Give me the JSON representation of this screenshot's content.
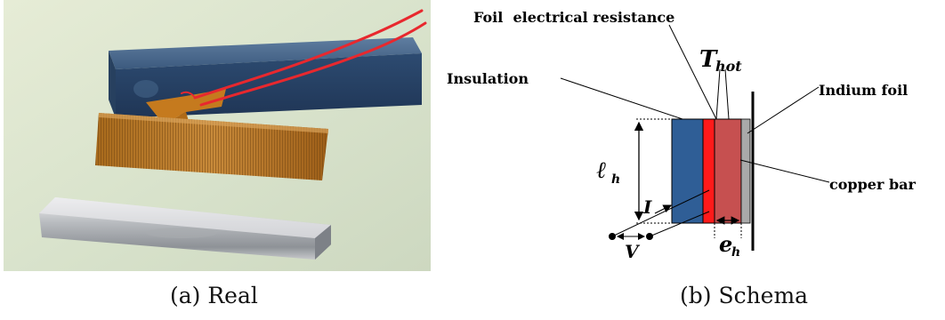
{
  "photo": {
    "caption": "(a) Real"
  },
  "schema": {
    "caption": "(b) Schema",
    "labels": {
      "foil_resistance": "Foil  electrical resistance",
      "insulation": "Insulation",
      "t_hot_main": "T",
      "t_hot_sub": "hot",
      "indium_foil": "Indium foil",
      "copper_bar": "copper bar",
      "length_main": "ℓ",
      "length_sub": "h",
      "thickness_main": "e",
      "thickness_sub": "h",
      "current": "I",
      "voltage": "V"
    },
    "colors": {
      "insulation": "#2f5e96",
      "foil": "#ff1a1a",
      "copper": "#c65050",
      "indium": "#a9a9a9"
    }
  }
}
